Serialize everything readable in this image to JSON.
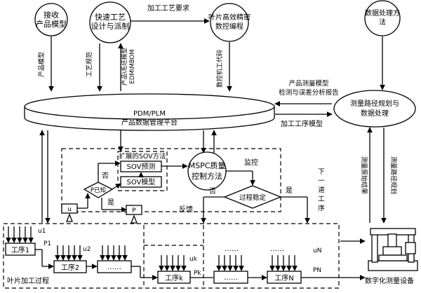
{
  "nodes": {
    "receive_model": "接收\n产品模型",
    "fast_process": "快速工艺\n设计与派制",
    "blade_nc": "叶片高效精密\n数控编程",
    "data_method": "数据处理方法",
    "pdm_platform": "PDM/PLM\n产品数据管理平台",
    "meas_path": "测量路径规划与\n数据处理",
    "ext_sov": "扩展的SOV方法",
    "sov_predict": "SOV预测",
    "sov_model": "SOV模型",
    "mspc": "MSPC质量\n控制方法",
    "p_known": "P已知",
    "process_stable": "过程稳定",
    "u_box": "u",
    "p_box": "P",
    "proc1": "工序1",
    "proc2": "工序2",
    "prock": "工序k",
    "procN": "工序N",
    "dots": "……",
    "meas_device": "数字化测量设备",
    "blade_process": "叶片加工过程"
  },
  "labels": {
    "product_model": "产品模型",
    "process_spec": "工艺规范",
    "proc_model": "产品\\毛坯模型\nEDM\\MBOM",
    "process_req": "加工工艺要求",
    "nc_code": "数控机工代码",
    "meas_report": "产品测量模型\n检测与误差分析报告",
    "proc_model_right": "加工工序模型",
    "meas_path_plan": "测量路径规划",
    "meas_raw": "测量原始结果",
    "monitor": "监控",
    "no1": "否",
    "no2": "否",
    "yes1": "是",
    "yes2": "是",
    "feedback": "反馈",
    "next_proc": "下\n一\n道\n工\n序",
    "u1": "u1",
    "p1": "P1",
    "u2": "u2",
    "uk": "uk",
    "pk": "Pk",
    "un": "uN",
    "pn": "PN",
    "dots_mid": "……"
  }
}
